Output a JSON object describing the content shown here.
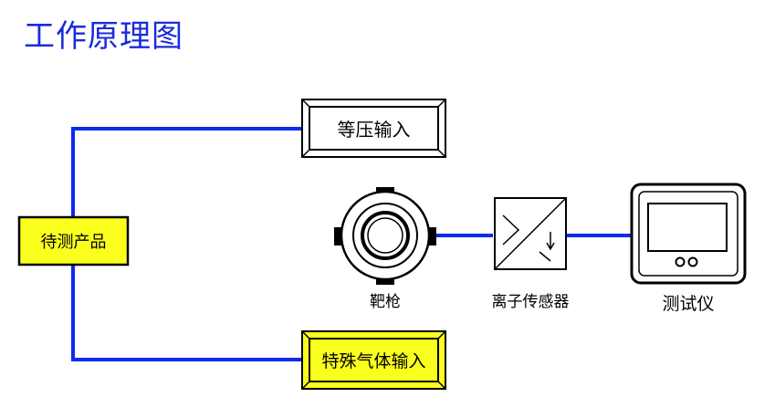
{
  "title": "工作原理图",
  "nodes": {
    "product": "待测产品",
    "isobaric_input": "等压输入",
    "special_gas_input": "特殊气体输入",
    "target_gun": "靶枪",
    "ion_sensor": "离子传感器",
    "tester": "测试仪"
  },
  "colors": {
    "title": "#1a2bdc",
    "connector": "#0b2bf0",
    "highlight_fill": "#fbff1e"
  }
}
